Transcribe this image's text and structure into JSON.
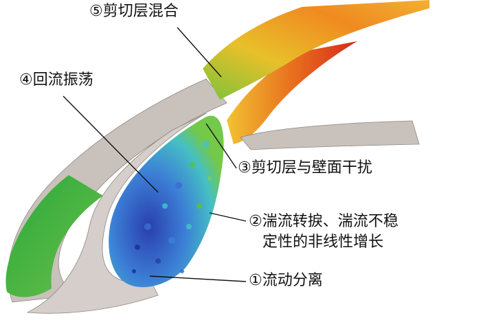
{
  "annotations": [
    {
      "id": "flow-separation",
      "text": "①流动分离"
    },
    {
      "id": "turbulence-transition",
      "line1": "②湍流转捩、湍流不稳",
      "line2": "定性的非线性增长"
    },
    {
      "id": "shear-layer-wall-interference",
      "text": "③剪切层与壁面干扰"
    },
    {
      "id": "recirculation-oscillation",
      "text": "④回流振荡"
    },
    {
      "id": "shear-layer-mixing",
      "text": "⑤剪切层混合"
    }
  ],
  "colors": {
    "airfoil_surface": "#c9c1bc",
    "slat_wake_hot": "#d6321e",
    "slat_wake_warm": "#f0a020",
    "inner_vortex_blue": "#3a6fd0",
    "inner_vortex_cyan": "#3ec6c9",
    "inner_vortex_green": "#5dbf3a",
    "outer_band_green": "#2fae3a"
  }
}
